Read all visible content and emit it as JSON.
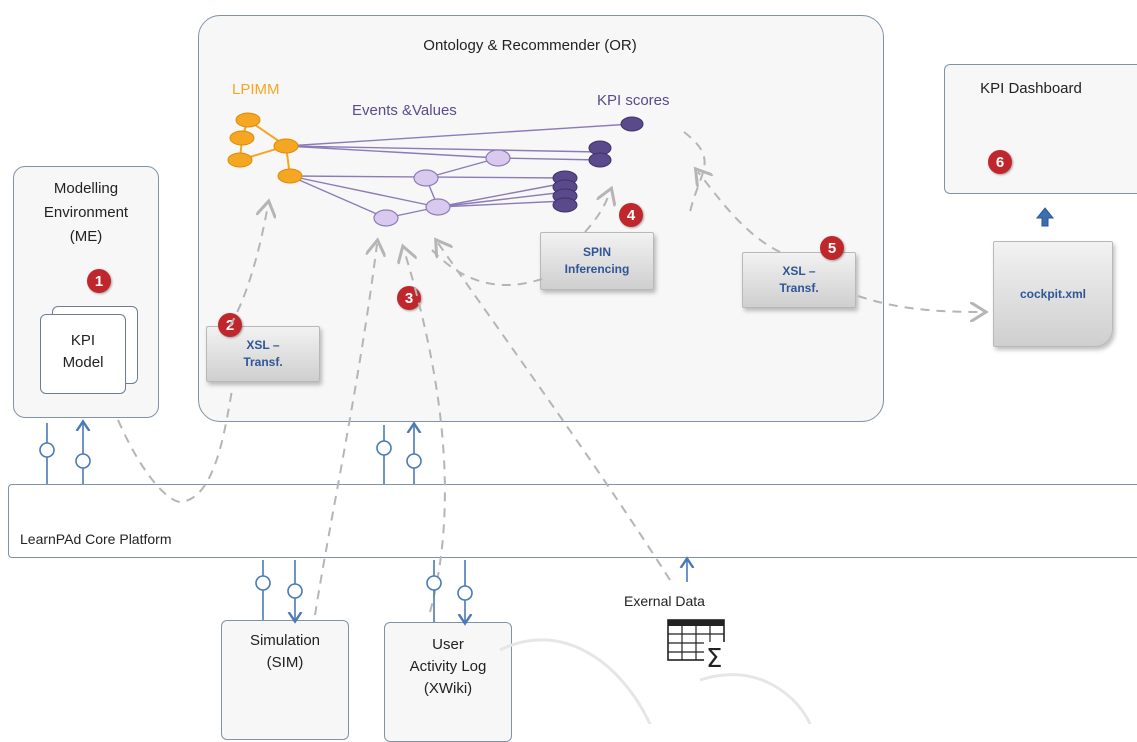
{
  "or": {
    "title": "Ontology & Recommender (OR)",
    "lpimm": "LPIMM",
    "events": "Events &Values",
    "kpi_scores": "KPI scores"
  },
  "me": {
    "line1": "Modelling",
    "line2": "Environment",
    "line3": "(ME)",
    "kpi_model_1": "KPI",
    "kpi_model_2": "Model"
  },
  "dashboard": {
    "title": "KPI Dashboard"
  },
  "docs": {
    "xsl_a_1": "XSL –",
    "xsl_a_2": "Transf.",
    "spin_1": "SPIN",
    "spin_2": "Inferencing",
    "xsl_b_1": "XSL –",
    "xsl_b_2": "Transf.",
    "cockpit": "cockpit.xml"
  },
  "platform": {
    "label": "LearnPAd Core Platform"
  },
  "sim": {
    "line1": "Simulation",
    "line2": "(SIM)"
  },
  "ual": {
    "line1": "User",
    "line2": "Activity Log",
    "line3": "(XWiki)"
  },
  "external": {
    "label": "Exernal Data"
  },
  "badges": [
    "1",
    "2",
    "3",
    "4",
    "5",
    "6"
  ],
  "colors": {
    "border": "#7f93a8",
    "badge": "#c0272d",
    "lpimm": "#f5a623",
    "purple": "#5b4a8b",
    "light_purple": "#d9c9ee",
    "link": "#2f5597"
  }
}
